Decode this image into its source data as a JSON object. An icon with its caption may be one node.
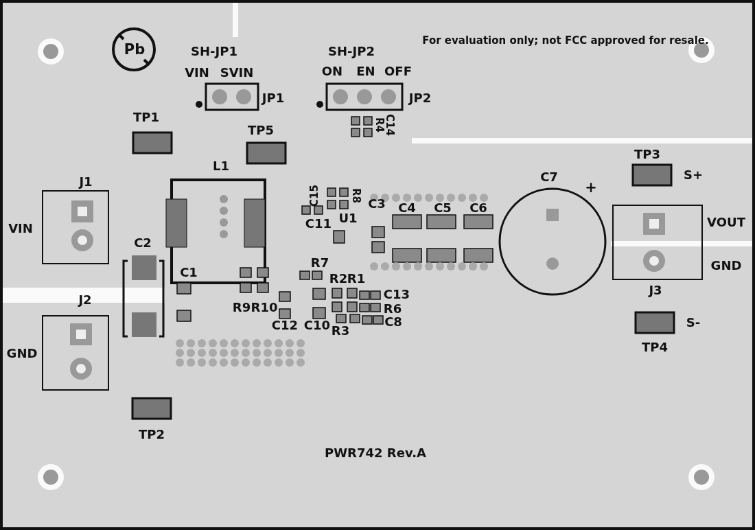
{
  "diagram": {
    "labels": [
      "For evaluation only; not FCC approved for resale.",
      "Pb",
      "SH-JP1",
      "SH-JP2",
      "VIN",
      "SVIN",
      "ON",
      "EN",
      "OFF",
      "JP1",
      "JP2",
      "R4",
      "C14",
      "TP1",
      "TP5",
      "TP3",
      "C7",
      "+",
      "S+",
      "J1",
      "L1",
      "C15",
      "R8",
      "C3",
      "C4",
      "C5",
      "C6",
      "VIN",
      "C11",
      "U1",
      "VOUT",
      "C2",
      "C1",
      "R7",
      "GND",
      "R2",
      "R1",
      "C13",
      "J3",
      "R9",
      "R10",
      "R6",
      "J2",
      "C12",
      "C10",
      "C8",
      "R3",
      "S-",
      "GND",
      "TP4",
      "TP2",
      "PWR742 Rev.A"
    ]
  }
}
